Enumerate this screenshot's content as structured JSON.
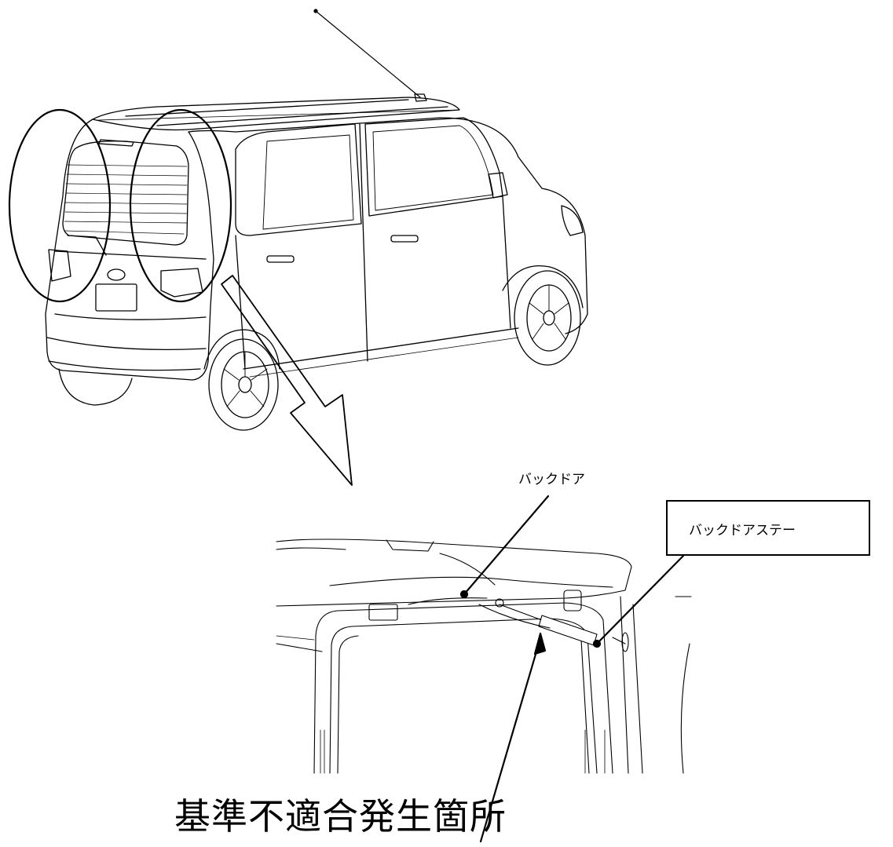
{
  "labels": {
    "back_door": "バックドア",
    "back_door_stay": "バックドアステー",
    "nonconformity_location": "基準不適合発生箇所"
  },
  "colors": {
    "line": "#000000",
    "background": "#ffffff"
  }
}
